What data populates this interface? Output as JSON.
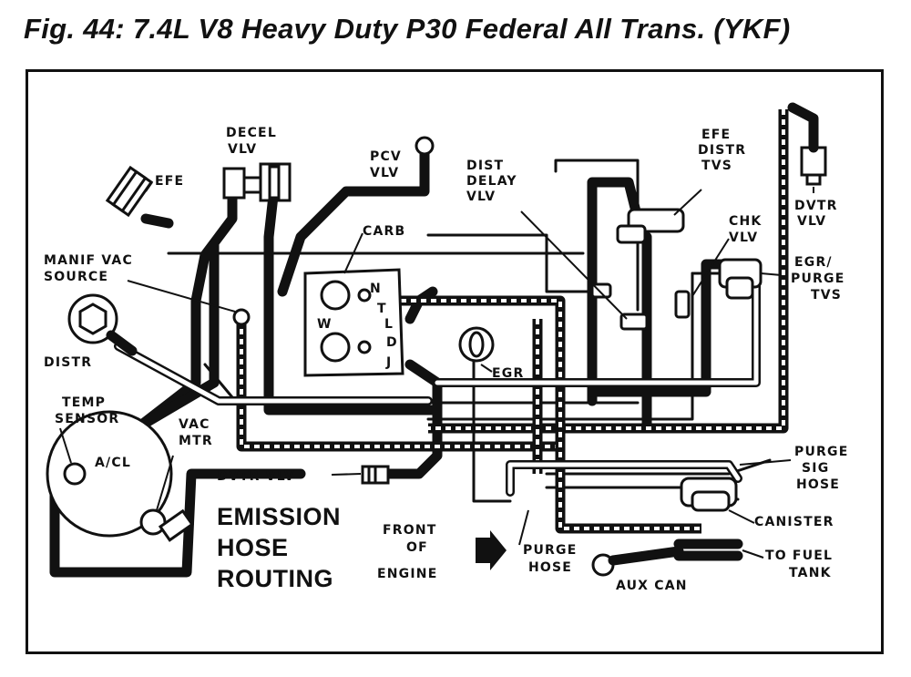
{
  "title": "Fig. 44:  7.4L V8 Heavy Duty P30 Federal All Trans. (YKF)",
  "labels": {
    "decel_vlv": [
      "DECEL",
      "VLV"
    ],
    "efe": "EFE",
    "pcv_vlv": [
      "PCV",
      "VLV"
    ],
    "dist_delay_vlv": [
      "DIST",
      "DELAY",
      "VLV"
    ],
    "efe_distr_tvs": [
      "EFE",
      "DISTR",
      "TVS"
    ],
    "dvtr_vlv_top": [
      "DVTR",
      "VLV"
    ],
    "carb": "CARB",
    "chk_vlv": [
      "CHK",
      "VLV"
    ],
    "manif_vac_source": [
      "MANIF VAC",
      "SOURCE"
    ],
    "egr_purge_tvs": [
      "EGR/",
      "PURGE",
      "TVS"
    ],
    "distr": "DISTR",
    "egr": "EGR",
    "temp_sensor": [
      "TEMP",
      "SENSOR"
    ],
    "vac_mtr": [
      "VAC",
      "MTR"
    ],
    "a_cl": "A/CL",
    "dvtr_vlv_bottom": "DVTR VLV",
    "purge_sig_hose": [
      "PURGE",
      "SIG",
      "HOSE"
    ],
    "canister": "CANISTER",
    "front_of_engine": [
      "FRONT",
      "OF",
      "ENGINE"
    ],
    "purge_hose": [
      "PURGE",
      "HOSE"
    ],
    "aux_can": "AUX CAN",
    "to_fuel_tank": [
      "TO FUEL",
      "TANK"
    ],
    "carb_ports": [
      "N",
      "T",
      "L",
      "D",
      "J",
      "W"
    ]
  },
  "legend": [
    "EMISSION",
    "HOSE",
    "ROUTING"
  ]
}
